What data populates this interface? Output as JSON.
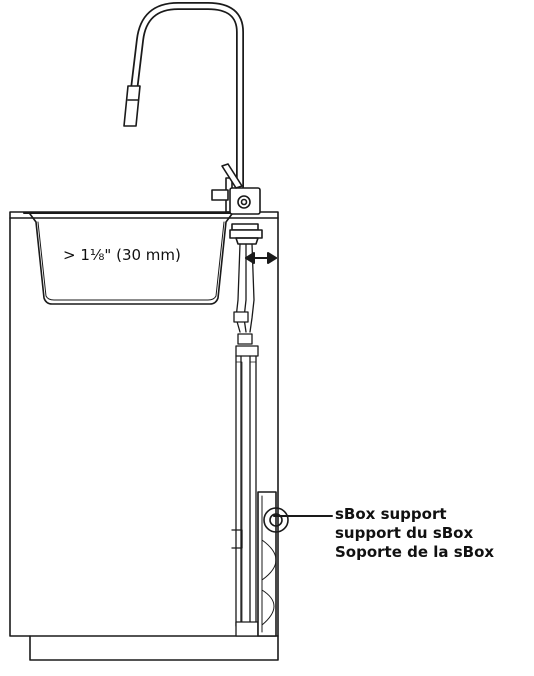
{
  "dimension": {
    "text": "> 1⅛\" (30 mm)"
  },
  "callout": {
    "lines": [
      "sBox support",
      "support du sBox",
      "Soporte de la sBox"
    ]
  },
  "colors": {
    "line": "#1a1a1a",
    "background": "#ffffff",
    "hatch": "#555555"
  }
}
